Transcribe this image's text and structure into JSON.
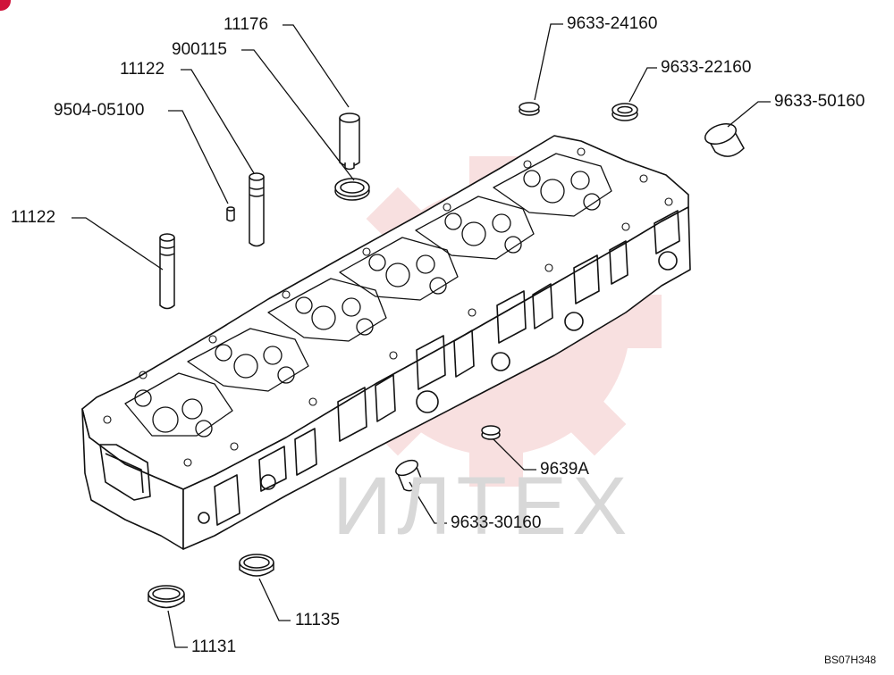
{
  "diagram": {
    "subject": "cylinder-head-assembly",
    "code": "BS07H348",
    "watermark_text": "ИЛТЕХ",
    "colors": {
      "line": "#111111",
      "watermark_gear": "#f3c7c7",
      "watermark_text": "#d8d8d8",
      "corner_mark": "#d0133a"
    }
  },
  "labels": {
    "p11176": "11176",
    "p900115": "900115",
    "p11122_upper": "11122",
    "p9504_05100": "9504-05100",
    "p11122_lower": "11122",
    "p9633_24160": "9633-24160",
    "p9633_22160": "9633-22160",
    "p9633_50160": "9633-50160",
    "p9639A": "9639A",
    "p9633_30160": "9633-30160",
    "p11135": "11135",
    "p11131": "11131"
  }
}
